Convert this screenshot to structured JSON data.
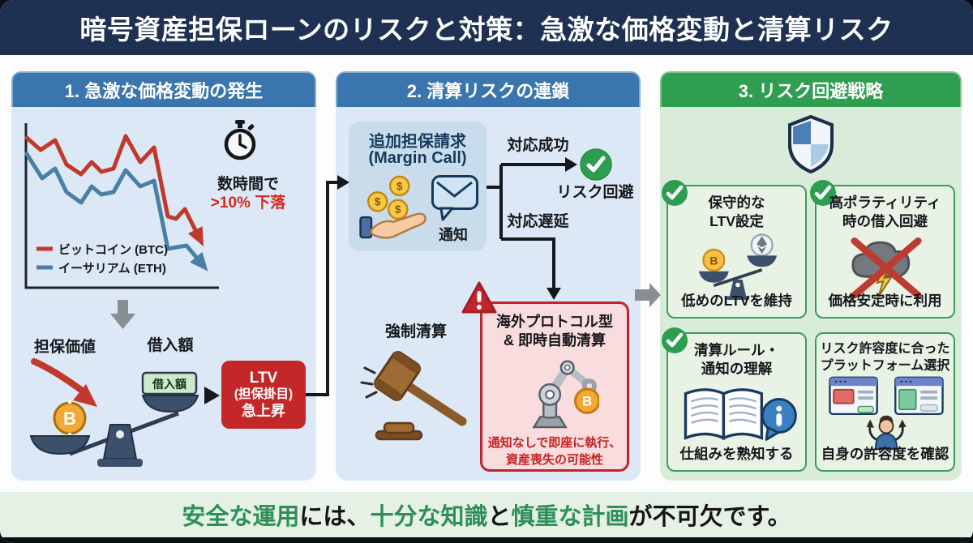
{
  "title": "暗号資産担保ローンのリスクと対策：急激な価格変動と清算リスク",
  "panel1": {
    "header": "1. 急激な価格変動の発生",
    "chart": {
      "type": "line",
      "trend": "sharp decline",
      "series": [
        {
          "name": "ビットコイン (BTC)",
          "color": "#c0392b"
        },
        {
          "name": "イーサリアム (ETH)",
          "color": "#4a7fa5"
        }
      ],
      "annotation_line1": "数時間で",
      "annotation_line2": ">10% 下落"
    },
    "collateral_label": "担保価値",
    "loan_label": "借入額",
    "loan_box_label": "借入額",
    "ltv_box": {
      "line1": "LTV",
      "line2": "(担保掛目)",
      "line3": "急上昇"
    }
  },
  "panel2": {
    "header": "2. 清算リスクの連鎖",
    "margin_call": {
      "line1": "追加担保請求",
      "line2": "(Margin Call)",
      "notify_label": "通知"
    },
    "success_label": "対応成功",
    "avoid_label": "リスク回避",
    "delay_label": "対応遅延",
    "forced_label": "強制清算",
    "warning_box": {
      "title_line1": "海外プロトコル型",
      "title_line2": "& 即時自動清算",
      "caption_line1": "通知なしで即座に執行、",
      "caption_line2": "資産喪失の可能性"
    }
  },
  "panel3": {
    "header": "3. リスク回避戦略",
    "cards": [
      {
        "title_line1": "保守的な",
        "title_line2": "LTV設定",
        "caption": "低めのLTVを維持",
        "icon": "balance-scale-icon",
        "check": true
      },
      {
        "title_line1": "高ポラティリティ",
        "title_line2": "時の借入回避",
        "caption": "価格安定時に利用",
        "icon": "storm-cloud-crossed-icon",
        "check": true
      },
      {
        "title_line1": "清算ルール・",
        "title_line2": "通知の理解",
        "caption": "仕組みを熟知する",
        "icon": "book-info-icon",
        "check": true
      },
      {
        "title_line1": "リスク許容度に合った",
        "title_line2": "プラットフォーム選択",
        "caption": "自身の許容度を確認",
        "icon": "platform-select-icon",
        "check": false
      }
    ]
  },
  "footer": {
    "segments": [
      {
        "text": "安全な運用",
        "color": "#2e8f57"
      },
      {
        "text": "には、",
        "color": "#141414"
      },
      {
        "text": "十分な知識",
        "color": "#2e8f57"
      },
      {
        "text": "と",
        "color": "#141414"
      },
      {
        "text": "慎重な計画",
        "color": "#2e8f57"
      },
      {
        "text": "が不可欠です。",
        "color": "#141414"
      }
    ]
  },
  "icons": [
    "stopwatch-icon",
    "down-arrow-icon",
    "crash-arrow-icon",
    "bitcoin-coin-icon",
    "balance-scale-icon",
    "right-arrow-icon",
    "hand-coins-icon",
    "mail-notification-icon",
    "check-circle-icon",
    "gavel-icon",
    "warning-triangle-icon",
    "robot-arm-icon",
    "shield-icon",
    "storm-cloud-crossed-icon",
    "book-info-icon",
    "platform-select-icon"
  ],
  "colors": {
    "banner_navy": "#1e3152",
    "panel_blue_header": "#3a76ad",
    "panel_green_header": "#2f9e51",
    "panel_blue_bg": "#dce8f6",
    "panel_green_bg": "#d9ecda",
    "alert_red": "#c0242c",
    "ltv_red": "#c42728",
    "success_green": "#2d9e50",
    "btc_line": "#c0392b",
    "eth_line": "#4a7fa5",
    "footer_green": "#2e8f57"
  }
}
